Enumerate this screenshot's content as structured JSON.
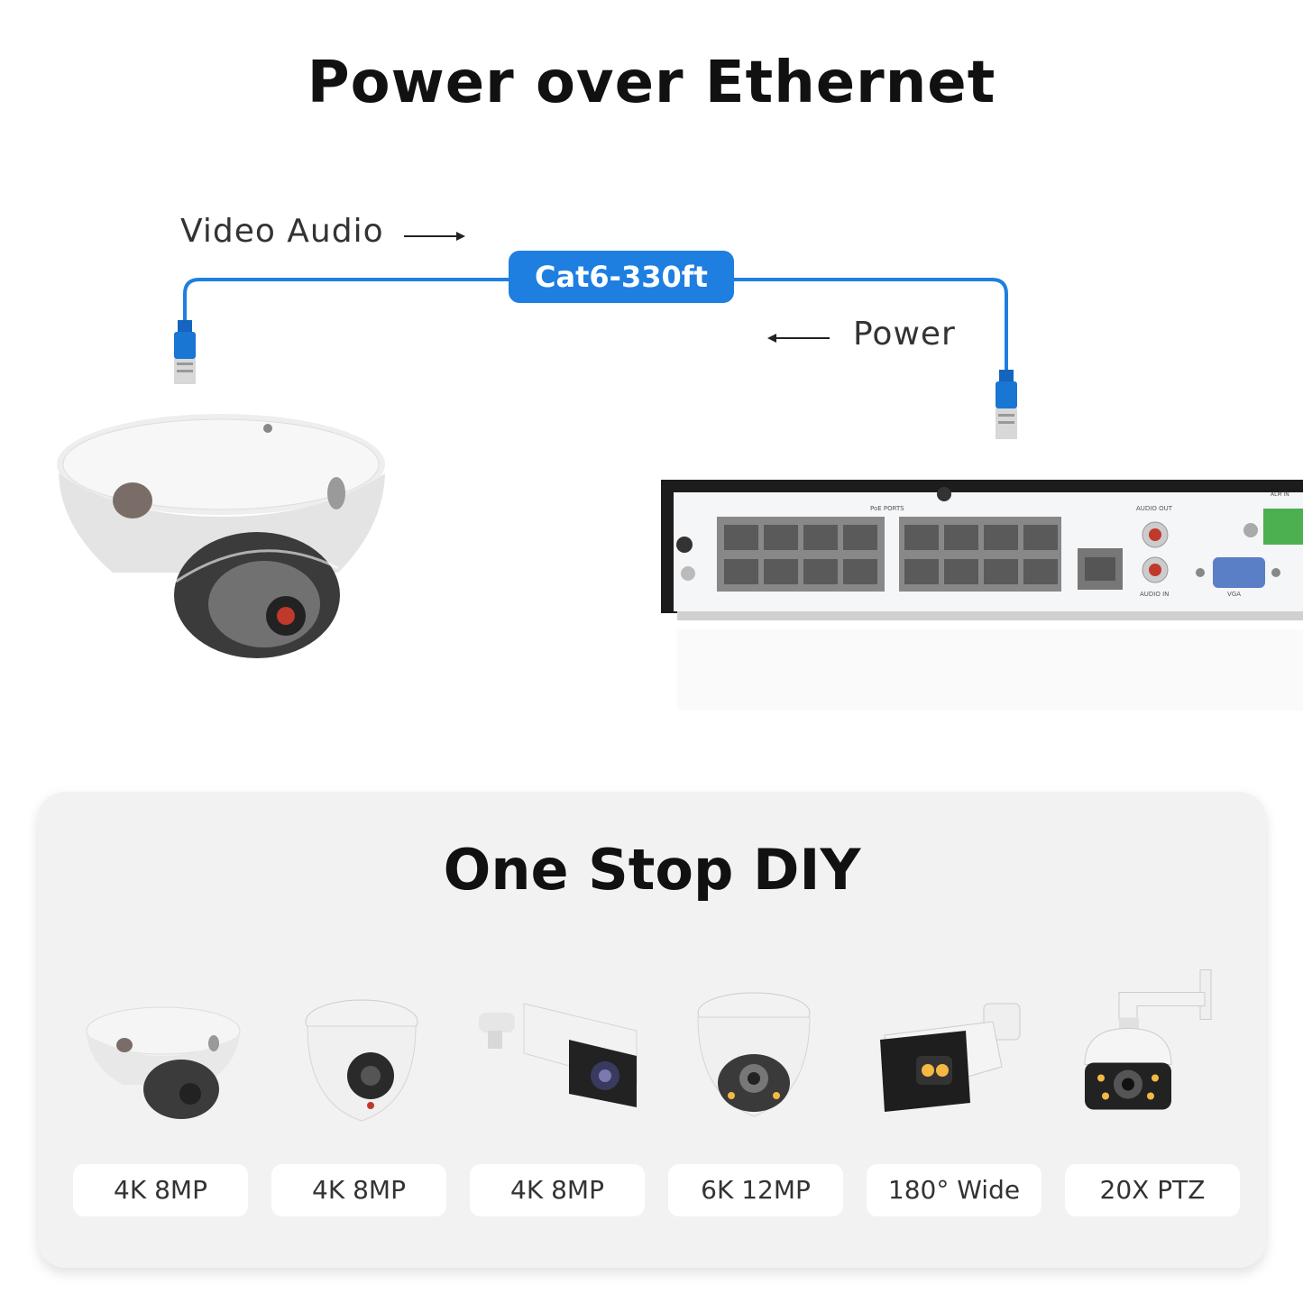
{
  "header": {
    "title": "Power over Ethernet"
  },
  "diagram": {
    "video_audio_label": "Video Audio",
    "power_label": "Power",
    "cable_label": "Cat6-330ft",
    "nvr_labels": {
      "poe_ports": "PoE PORTS",
      "audio_out": "AUDIO OUT",
      "audio_in": "AUDIO IN",
      "vga": "VGA",
      "alm_in": "ALM IN"
    },
    "cable_color": "#1e7fe0"
  },
  "lineup": {
    "title": "One Stop DIY",
    "cameras": [
      {
        "label": "4K 8MP",
        "icon": "mini-dome-camera-icon"
      },
      {
        "label": "4K 8MP",
        "icon": "turret-camera-icon"
      },
      {
        "label": "4K 8MP",
        "icon": "bullet-camera-icon"
      },
      {
        "label": "6K 12MP",
        "icon": "turret-color-camera-icon"
      },
      {
        "label": "180° Wide",
        "icon": "dual-lens-bullet-camera-icon"
      },
      {
        "label": "20X PTZ",
        "icon": "ptz-camera-icon"
      }
    ]
  }
}
